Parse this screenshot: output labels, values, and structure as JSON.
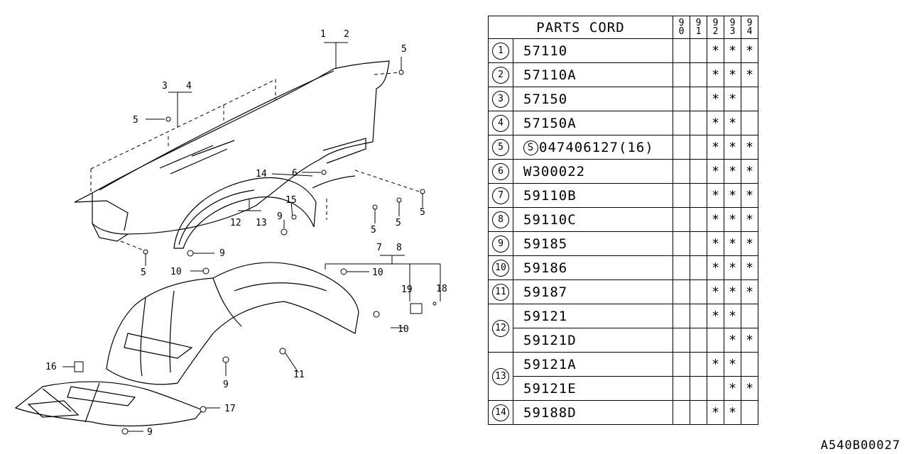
{
  "table": {
    "header_title": "PARTS CORD",
    "years": [
      [
        "9",
        "0"
      ],
      [
        "9",
        "1"
      ],
      [
        "9",
        "2"
      ],
      [
        "9",
        "3"
      ],
      [
        "9",
        "4"
      ]
    ],
    "rows": [
      {
        "ref": "1",
        "part": "57110",
        "marks": [
          "",
          "",
          "*",
          "*",
          "*"
        ]
      },
      {
        "ref": "2",
        "part": "57110A",
        "marks": [
          "",
          "",
          "*",
          "*",
          "*"
        ]
      },
      {
        "ref": "3",
        "part": "57150",
        "marks": [
          "",
          "",
          "*",
          "*",
          ""
        ]
      },
      {
        "ref": "4",
        "part": "57150A",
        "marks": [
          "",
          "",
          "*",
          "*",
          ""
        ]
      },
      {
        "ref": "5",
        "part_prefix": "S",
        "part": "047406127(16)",
        "marks": [
          "",
          "",
          "*",
          "*",
          "*"
        ]
      },
      {
        "ref": "6",
        "part": "W300022",
        "marks": [
          "",
          "",
          "*",
          "*",
          "*"
        ]
      },
      {
        "ref": "7",
        "part": "59110B",
        "marks": [
          "",
          "",
          "*",
          "*",
          "*"
        ]
      },
      {
        "ref": "8",
        "part": "59110C",
        "marks": [
          "",
          "",
          "*",
          "*",
          "*"
        ]
      },
      {
        "ref": "9",
        "part": "59185",
        "marks": [
          "",
          "",
          "*",
          "*",
          "*"
        ]
      },
      {
        "ref": "10",
        "part": "59186",
        "marks": [
          "",
          "",
          "*",
          "*",
          "*"
        ]
      },
      {
        "ref": "11",
        "part": "59187",
        "marks": [
          "",
          "",
          "*",
          "*",
          "*"
        ]
      },
      {
        "ref": "12",
        "part": "59121",
        "marks": [
          "",
          "",
          "*",
          "*",
          ""
        ]
      },
      {
        "ref": "",
        "part": "59121D",
        "marks": [
          "",
          "",
          "",
          "*",
          "*"
        ]
      },
      {
        "ref": "13",
        "part": "59121A",
        "marks": [
          "",
          "",
          "*",
          "*",
          ""
        ]
      },
      {
        "ref": "",
        "part": "59121E",
        "marks": [
          "",
          "",
          "",
          "*",
          "*"
        ]
      },
      {
        "ref": "14",
        "part": "59188D",
        "marks": [
          "",
          "",
          "*",
          "*",
          ""
        ]
      }
    ]
  },
  "diagram": {
    "callouts": [
      "1",
      "2",
      "3",
      "4",
      "5",
      "5",
      "5",
      "5",
      "5",
      "5",
      "6",
      "7",
      "8",
      "9",
      "9",
      "9",
      "9",
      "10",
      "10",
      "10",
      "11",
      "12",
      "13",
      "14",
      "15",
      "16",
      "17",
      "18",
      "19"
    ]
  },
  "diagram_code": "A540B00027"
}
